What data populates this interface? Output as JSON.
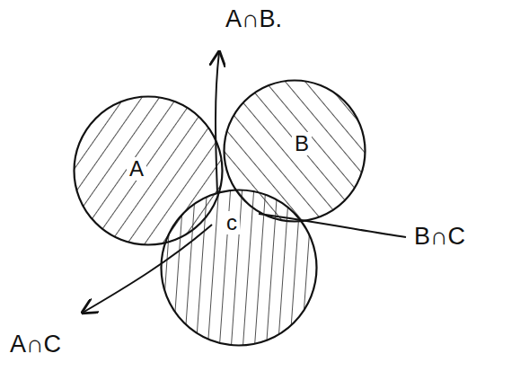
{
  "diagram": {
    "nodes": [
      {
        "text": [
          "A"
        ]
      },
      {
        "text": [
          "B"
        ]
      },
      {
        "text": [
          "c"
        ]
      }
    ],
    "labels": [
      "A∩B.",
      "B∩C",
      "A∩C"
    ]
  }
}
